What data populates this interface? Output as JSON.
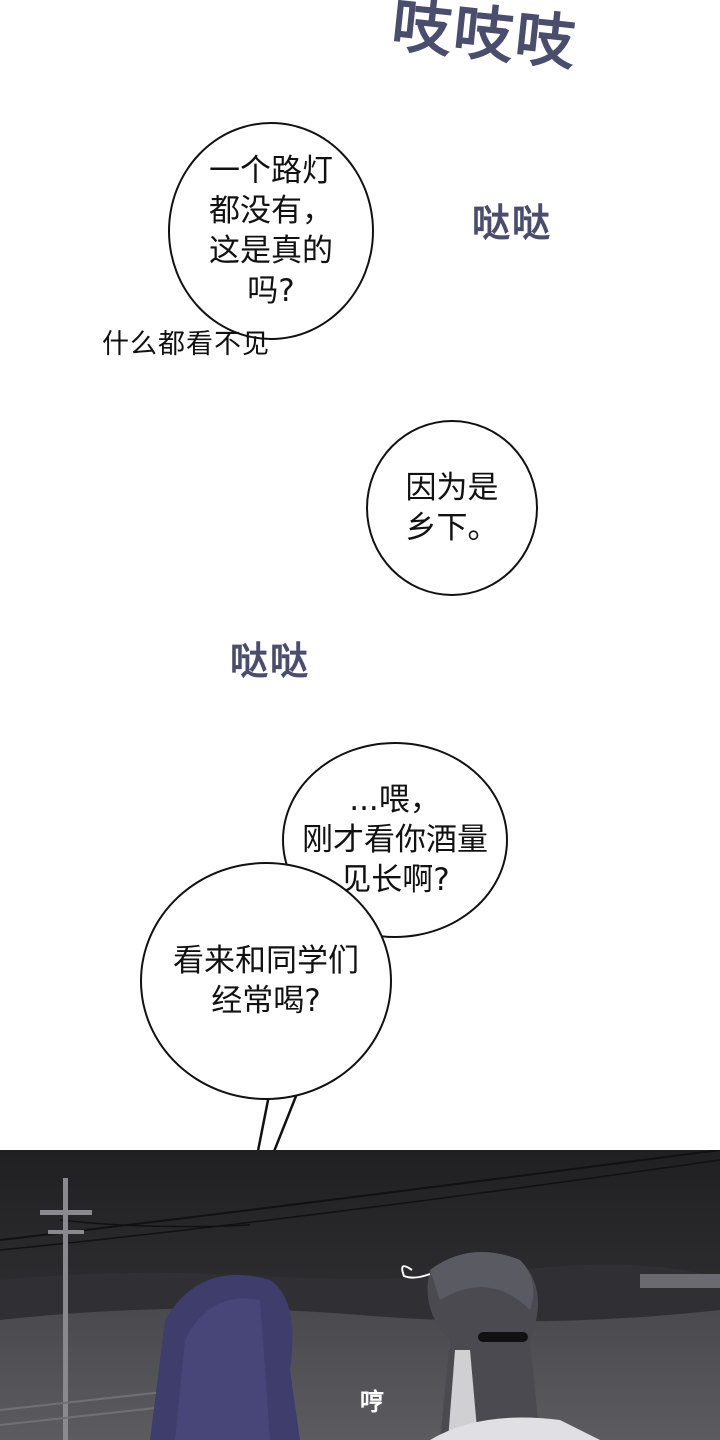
{
  "sfx": {
    "creak": "吱吱吱",
    "steps_1": "哒哒",
    "steps_2": "哒哒",
    "hum": "哼"
  },
  "dialogue": {
    "bubble_1": "一个路灯\n都没有，\n这是真的\n吗?",
    "free_text": "什么都看不见",
    "bubble_2": "因为是\n乡下。",
    "bubble_3": "...喂，\n刚才看你酒量\n见长啊?",
    "bubble_4": "看来和同学们\n经常喝?"
  },
  "colors": {
    "sfx": "#4a4d6c",
    "night_sky": "#2b2b2e",
    "hood": "#3f3d6b"
  }
}
